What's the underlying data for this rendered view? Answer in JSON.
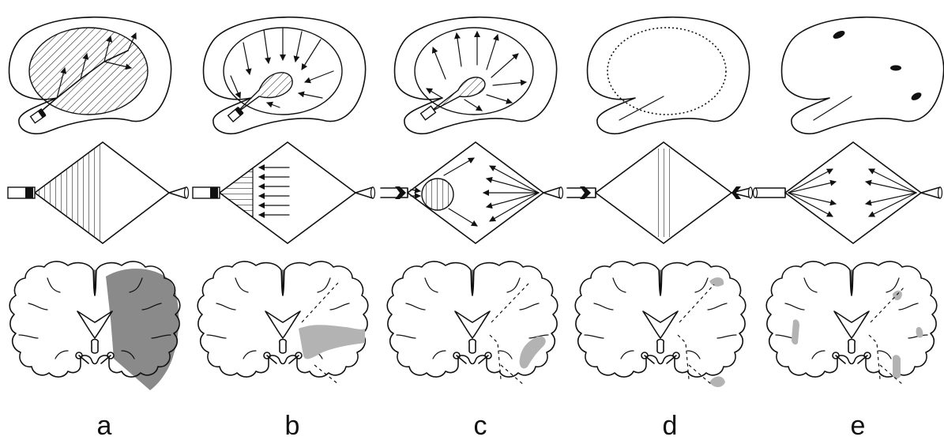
{
  "panels": [
    {
      "label": "a"
    },
    {
      "label": "b"
    },
    {
      "label": "c"
    },
    {
      "label": "d"
    },
    {
      "label": "e"
    }
  ],
  "colors": {
    "line": "#111111",
    "infarct_dark": "#8a8a8a",
    "infarct_light": "#b3b3b3",
    "background": "#ffffff"
  }
}
